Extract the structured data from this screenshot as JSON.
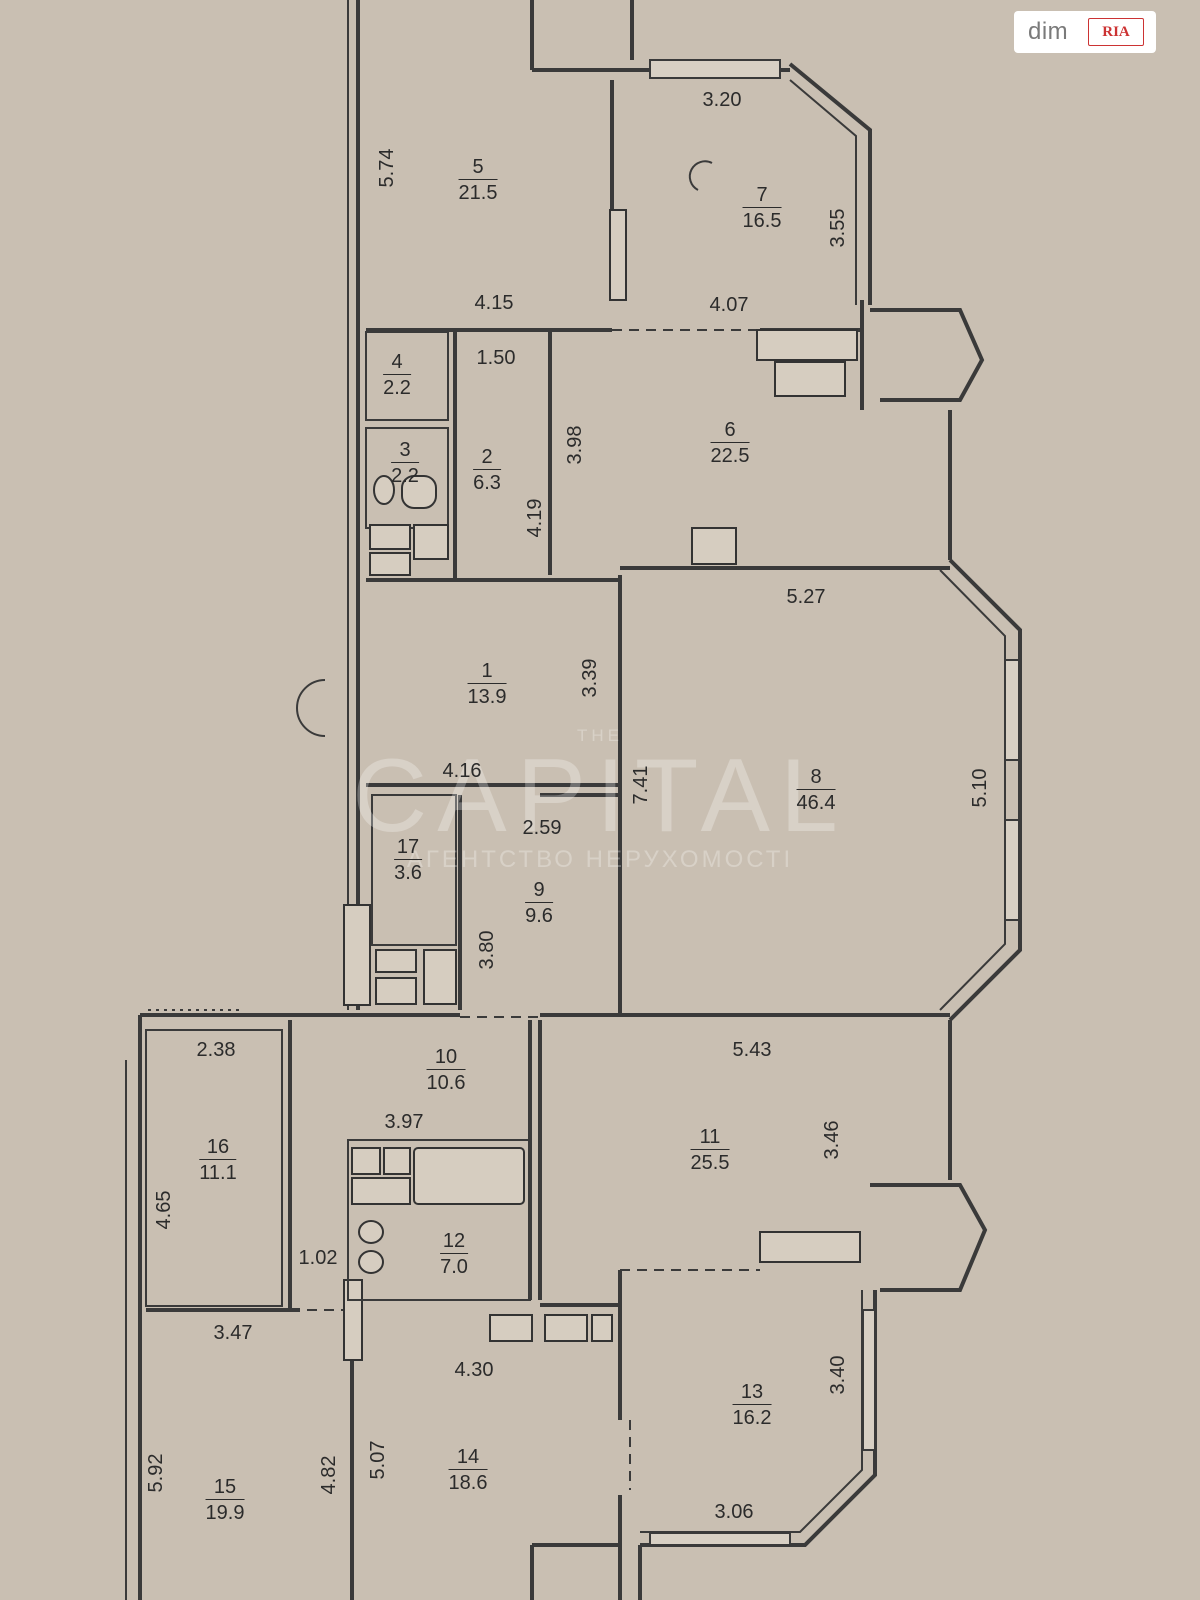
{
  "logo": {
    "dim_text": "dim",
    "ria_text": "RIA"
  },
  "watermark": {
    "the": "THE",
    "main": "CAPITAL",
    "sub": "АГЕНТСТВО НЕРУХОМОСТІ"
  },
  "rooms": [
    {
      "number": "5",
      "area": "21.5"
    },
    {
      "number": "7",
      "area": "16.5"
    },
    {
      "number": "4",
      "area": "2.2"
    },
    {
      "number": "3",
      "area": "2.2"
    },
    {
      "number": "2",
      "area": "6.3"
    },
    {
      "number": "6",
      "area": "22.5"
    },
    {
      "number": "1",
      "area": "13.9"
    },
    {
      "number": "8",
      "area": "46.4"
    },
    {
      "number": "17",
      "area": "3.6"
    },
    {
      "number": "9",
      "area": "9.6"
    },
    {
      "number": "10",
      "area": "10.6"
    },
    {
      "number": "16",
      "area": "11.1"
    },
    {
      "number": "11",
      "area": "25.5"
    },
    {
      "number": "12",
      "area": "7.0"
    },
    {
      "number": "13",
      "area": "16.2"
    },
    {
      "number": "14",
      "area": "18.6"
    },
    {
      "number": "15",
      "area": "19.9"
    }
  ],
  "dimensions": [
    "5.74",
    "3.20",
    "3.55",
    "4.15",
    "4.07",
    "1.50",
    "3.98",
    "4.19",
    "5.27",
    "3.39",
    "4.16",
    "7.41",
    "5.10",
    "2.59",
    "3.80",
    "2.38",
    "5.43",
    "3.97",
    "3.46",
    "4.65",
    "1.02",
    "3.47",
    "4.30",
    "3.40",
    "5.92",
    "4.82",
    "5.07",
    "3.06"
  ]
}
